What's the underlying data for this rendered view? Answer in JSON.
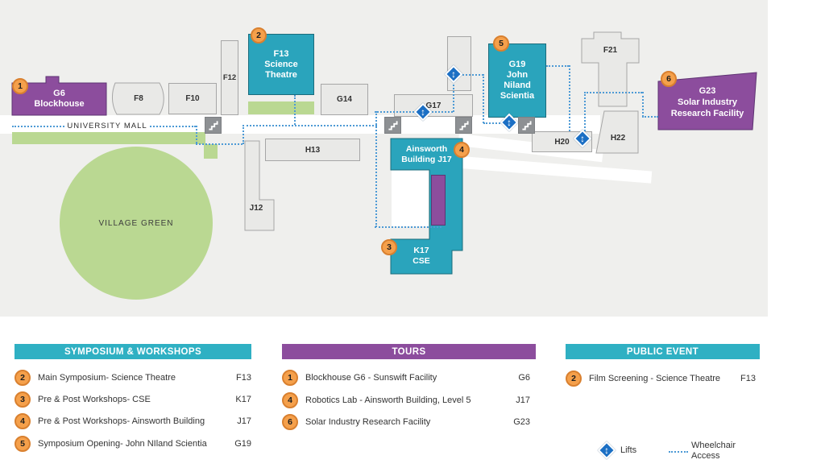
{
  "map": {
    "labels": {
      "university_mall": "UNIVERSITY MALL",
      "village_green": "VILLAGE GREEN"
    },
    "buildings": {
      "g6": "G6\nBlockhouse",
      "f8": "F8",
      "f10": "F10",
      "f12": "F12",
      "f13": "F13\nScience\nTheatre",
      "g14": "G14",
      "g17": "G17",
      "h13": "H13",
      "j12": "J12",
      "g19": "G19\nJohn\nNiland\nScientia",
      "f21": "F21",
      "h20": "H20",
      "h22": "H22",
      "ainsworth": "Ainsworth\nBuilding J17",
      "k17": "K17\nCSE",
      "g23": "G23\nSolar Industry\nResearch Facility"
    },
    "markers": {
      "m1": "1",
      "m2": "2",
      "m3": "3",
      "m4": "4",
      "m5": "5",
      "m6": "6"
    }
  },
  "icons": {
    "lift_glyph": "↕"
  },
  "tables": {
    "symposium": {
      "title": "SYMPOSIUM & WORKSHOPS",
      "rows": [
        {
          "num": "2",
          "label": "Main Symposium- Science Theatre",
          "code": "F13"
        },
        {
          "num": "3",
          "label": "Pre & Post Workshops- CSE",
          "code": "K17"
        },
        {
          "num": "4",
          "label": "Pre & Post Workshops- Ainsworth Building",
          "code": "J17"
        },
        {
          "num": "5",
          "label": "Symposium Opening- John NIland Scientia",
          "code": "G19"
        }
      ]
    },
    "tours": {
      "title": "TOURS",
      "rows": [
        {
          "num": "1",
          "label": "Blockhouse G6 - Sunswift Facility",
          "code": "G6"
        },
        {
          "num": "4",
          "label": "Robotics Lab - Ainsworth Building, Level 5",
          "code": "J17"
        },
        {
          "num": "6",
          "label": "Solar Industry Research Facility",
          "code": "G23"
        }
      ]
    },
    "public_event": {
      "title": "PUBLIC EVENT",
      "rows": [
        {
          "num": "2",
          "label": "Film Screening - Science Theatre",
          "code": "F13"
        }
      ]
    }
  },
  "legend": {
    "lifts": "Lifts",
    "wheelchair_access": "Wheelchair\nAccess"
  },
  "colors": {
    "teal": "#2AA4BC",
    "purple": "#8C4D9D",
    "orange_marker": "#F5A04B",
    "green": "#BAD892",
    "lift_blue": "#1B6FC4",
    "dashed_blue": "#4D9AD5",
    "building_gray": "#E9E9E7",
    "map_background": "#EFEFED"
  }
}
